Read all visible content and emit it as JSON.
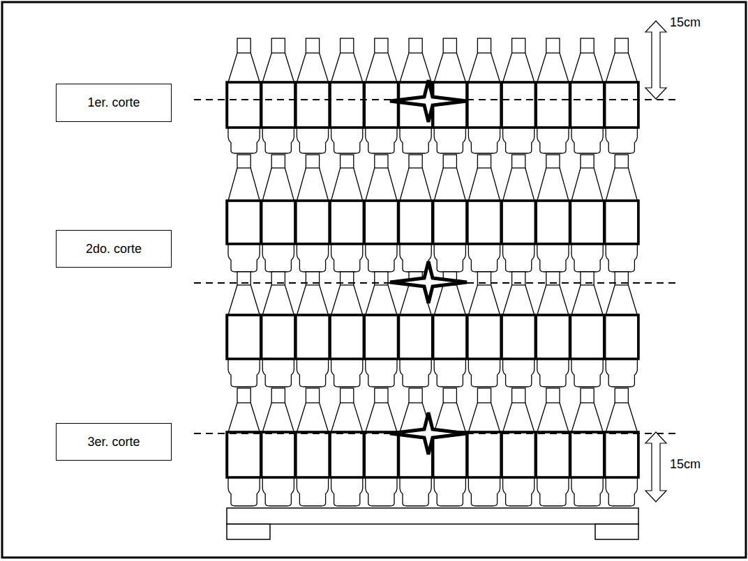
{
  "diagram": {
    "nodes": [
      {
        "text": [
          "1er. corte"
        ]
      },
      {
        "text": [
          "2do. corte"
        ]
      },
      {
        "text": [
          "3er. corte"
        ]
      }
    ],
    "labels": [
      "15cm",
      "15cm"
    ]
  }
}
